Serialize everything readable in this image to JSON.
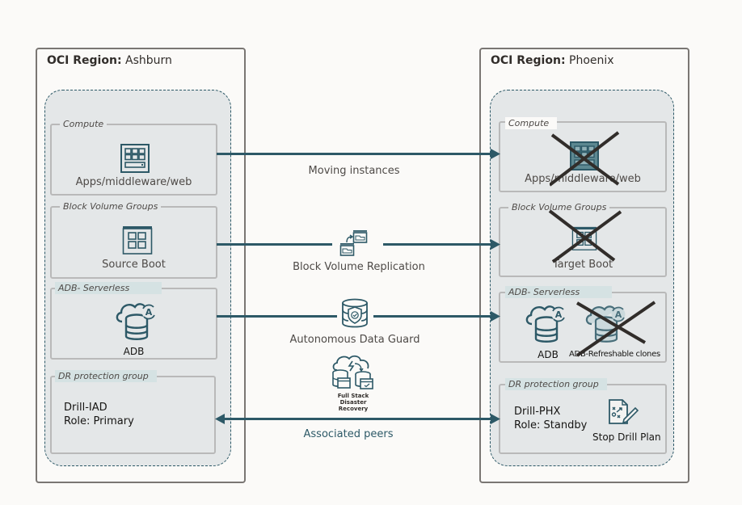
{
  "regions": {
    "left": {
      "label": "OCI Region:",
      "name": "Ashburn",
      "groups": {
        "compute": {
          "label": "Compute",
          "resource": "Apps/middleware/web",
          "icon": "compute-instance-icon"
        },
        "block_volume": {
          "label": "Block Volume Groups",
          "resource": "Source Boot",
          "icon": "block-volume-icon"
        },
        "adb": {
          "label": "ADB- Serverless",
          "resource": "ADB",
          "icon": "autonomous-database-icon"
        },
        "dr": {
          "label": "DR protection group",
          "name": "Drill-IAD",
          "role": "Role: Primary"
        }
      }
    },
    "right": {
      "label": "OCI Region:",
      "name": "Phoenix",
      "groups": {
        "compute": {
          "label": "Compute",
          "resource": "Apps/middleware/web",
          "icon": "compute-instance-icon",
          "crossed_out": true
        },
        "block_volume": {
          "label": "Block Volume Groups",
          "resource": "Target Boot",
          "icon": "block-volume-icon",
          "crossed_out": true
        },
        "adb": {
          "label": "ADB- Serverless",
          "resource": "ADB",
          "clone": "ADB-Refreshable clones",
          "icon": "autonomous-database-icon",
          "clone_crossed_out": true
        },
        "dr": {
          "label": "DR protection group",
          "name": "Drill-PHX",
          "role": "Role: Standby",
          "plan": "Stop Drill Plan",
          "plan_icon": "drill-plan-icon"
        }
      }
    }
  },
  "connections": [
    {
      "label": "Moving instances",
      "direction": "left-to-right"
    },
    {
      "label": "Block Volume Replication",
      "direction": "left-to-right",
      "icon": "volume-replication-icon"
    },
    {
      "label": "Autonomous Data Guard",
      "direction": "left-to-right",
      "icon": "data-guard-icon"
    },
    {
      "label": "Associated peers",
      "direction": "bidirectional"
    }
  ],
  "center_service": {
    "lines": [
      "Full Stack",
      "Disaster",
      "Recovery"
    ],
    "icon": "full-stack-dr-icon"
  },
  "colors": {
    "accent": "#2d5967",
    "panel": "#e4e7e8",
    "border": "#7a7673",
    "cross": "#312d2a"
  }
}
